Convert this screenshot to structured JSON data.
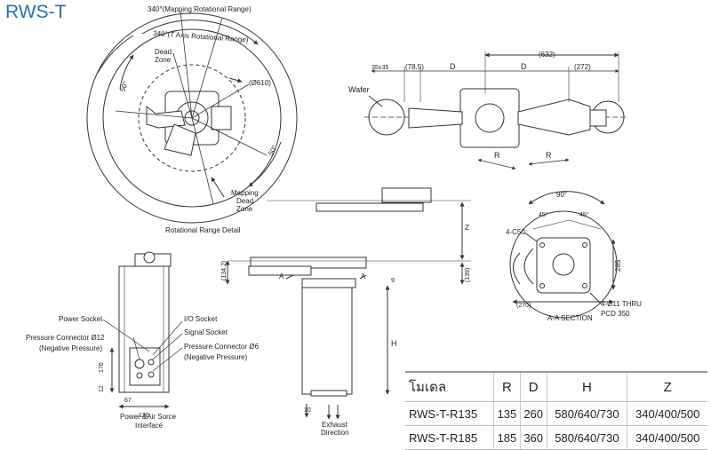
{
  "title": "RWS-T",
  "top_view": {
    "mapping_range": "340°(Mapping Rotational Range)",
    "t_axis_range": "340°(T Axis Rotational Range)",
    "dead_zone_a": "Dead",
    "dead_zone_b": "Zone",
    "diameter": "(Ø610)",
    "angle_left": "50°",
    "angle_right": "50°",
    "mapping_dead_a": "Mapping",
    "mapping_dead_b": "Dead",
    "mapping_dead_c": "Zone",
    "caption": "Rotational Range Detail"
  },
  "reach_view": {
    "dim_632": "(632)",
    "dim_35": "35±35",
    "dim_78_5": "(78.5)",
    "dim_d1": "D",
    "dim_d2": "D",
    "dim_272": "(272)",
    "wafer": "Wafer",
    "dim_r1": "R",
    "dim_r2": "R"
  },
  "side_view": {
    "dim_z": "Z",
    "dim_134_2": "(134.2)",
    "dim_139": "(139)",
    "label_a1": "A",
    "label_a2": "A",
    "dim_9": "9",
    "dim_h": "H",
    "dim_10": "10",
    "exhaust_a": "Exhaust",
    "exhaust_b": "Direction"
  },
  "section_view": {
    "angle_90": "90°",
    "angle_45a": "45°",
    "angle_45b": "45°",
    "chamfer": "4-C50",
    "dim_285": "285",
    "dim_270": "(270)",
    "holes": "4-Ø11 THRU",
    "pcd": "PCD 350",
    "caption": "A-A SECTION"
  },
  "interface_view": {
    "power_socket": "Power Socket",
    "io_socket": "I/O Socket",
    "signal_socket": "Signal Socket",
    "pressure_12a": "Pressure Connector Ø12",
    "pressure_12b": "(Negative Pressure)",
    "pressure_6a": "Pressure Connector Ø6",
    "pressure_6b": "(Negative Pressure)",
    "dim_176": "176",
    "dim_12": "12",
    "dim_67": "67",
    "dim_130": "130",
    "caption_a": "Power &Air Sorce",
    "caption_b": "Interface"
  },
  "table": {
    "headers": [
      "โมเดล",
      "R",
      "D",
      "H",
      "Z"
    ],
    "rows": [
      [
        "RWS-T-R135",
        "135",
        "260",
        "580/640/730",
        "340/400/500"
      ],
      [
        "RWS-T-R185",
        "185",
        "360",
        "580/640/730",
        "340/400/500"
      ]
    ]
  }
}
